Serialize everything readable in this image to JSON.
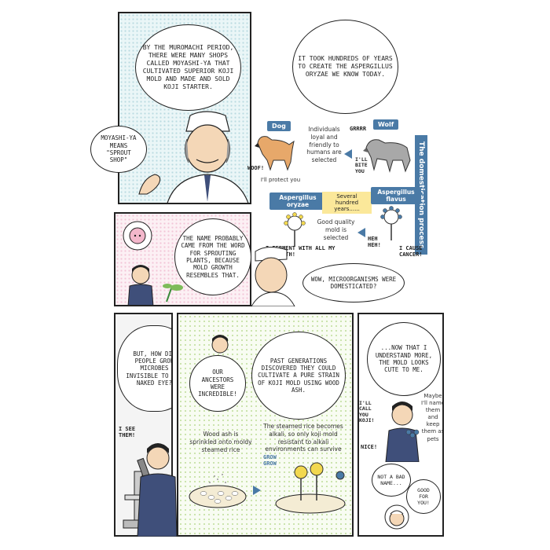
{
  "panel1": {
    "bubble_muromachi": "By the Muromachi period, there were many shops called moyashi-ya that cultivated superior koji mold and made and sold koji starter.",
    "bubble_moyashiya": "Moyashi-ya means \"sprout shop\""
  },
  "panel2": {
    "bubble_centuries": "It took hundreds of years to create the Aspergillus oryzae we know today."
  },
  "domestication": {
    "bar_label": "The domestication process",
    "wolf_tag": "Wolf",
    "dog_tag": "Dog",
    "oryzae_tag": "Aspergillus oryzae",
    "flavus_tag": "Aspergillus flavus",
    "individuals_note": "Individuals loyal and friendly to humans are selected",
    "good_mold_note": "Good quality mold is selected",
    "several_hundred": "Several hundred years......",
    "protect": "I'll protect you",
    "sfx_grrr": "Grrrr",
    "sfx_bite": "I'll bite you",
    "sfx_woof": "Woof!",
    "sfx_ferment": "I ferment with all my strength!",
    "sfx_cancer": "I cause cancer!",
    "sfx_heh": "Heh heh!"
  },
  "panel3": {
    "bubble_name": "The name probably came from the word for sprouting plants, because mold growth resembles that.",
    "bubble_wow": "Wow, microorganisms were domesticated?"
  },
  "panel4": {
    "bubble_how": "But, how did people grow microbes invisible to the naked eye?",
    "sfx_see": "I see them!"
  },
  "panel5": {
    "bubble_ancestors": "Our ancestors were incredible!",
    "bubble_past": "Past generations discovered they could cultivate a pure strain of koji mold using wood ash.",
    "note_ash": "Wood ash is sprinkled onto moldy steamed rice",
    "note_alkali": "The steamed rice becomes alkali, so only koji mold resistant to alkali environments can survive",
    "sfx_grow": "Grow grow"
  },
  "panel6": {
    "bubble_cute": "...Now that I understand more, the mold looks cute to me.",
    "note_maybe": "Maybe I'll name them and keep them as pets",
    "sfx_call": "I'll call you Koji!",
    "sfx_nice": "Nice!",
    "bubble_notbad": "Not a bad name...",
    "bubble_good": "Good for you!"
  }
}
